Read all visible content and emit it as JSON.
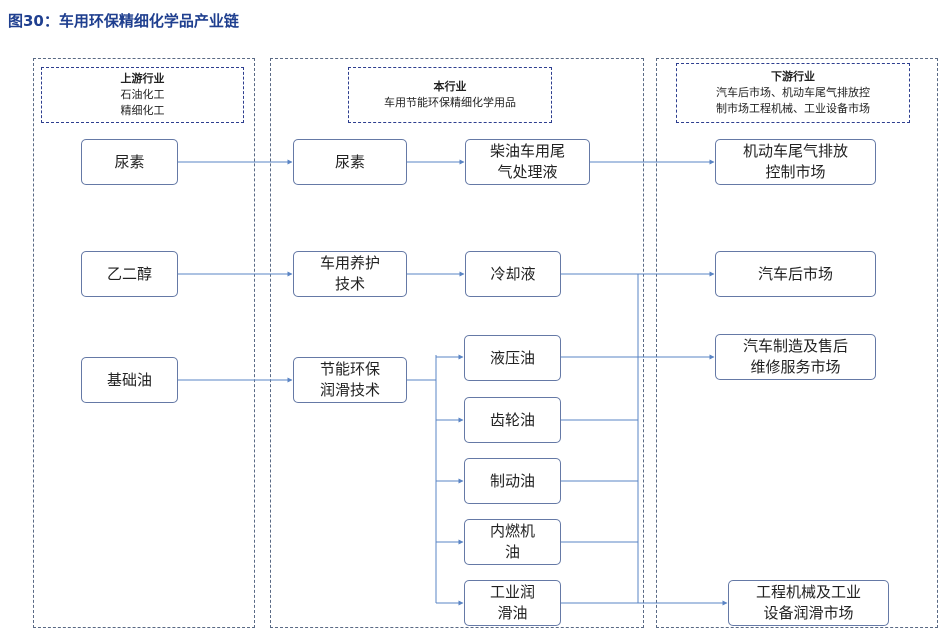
{
  "title": "图30：车用环保精细化学品产业链",
  "upstream": {
    "heading": "上游行业",
    "lines": [
      "石油化工",
      "精细化工"
    ]
  },
  "industry": {
    "heading": "本行业",
    "lines": [
      "车用节能环保精细化学用品"
    ]
  },
  "downstream": {
    "heading": "下游行业",
    "lines": [
      "汽车后市场、机动车尾气排放控",
      "制市场工程机械、工业设备市场"
    ]
  },
  "nodes": {
    "urea_raw": "尿素",
    "glycol": "乙二醇",
    "base_oil": "基础油",
    "urea": "尿素",
    "maintenance": "车用养护\n技术",
    "lubrication": "节能环保\n润滑技术",
    "diesel_fluid": "柴油车用尾\n气处理液",
    "coolant": "冷却液",
    "hydraulic_oil": "液压油",
    "gear_oil": "齿轮油",
    "brake_fluid": "制动油",
    "engine_oil": "内燃机\n油",
    "industrial_lube": "工业润\n滑油",
    "emission_market": "机动车尾气排放\n控制市场",
    "aftermarket": "汽车后市场",
    "oem_market": "汽车制造及售后\n维修服务市场",
    "machinery_market": "工程机械及工业\n设备润滑市场"
  }
}
